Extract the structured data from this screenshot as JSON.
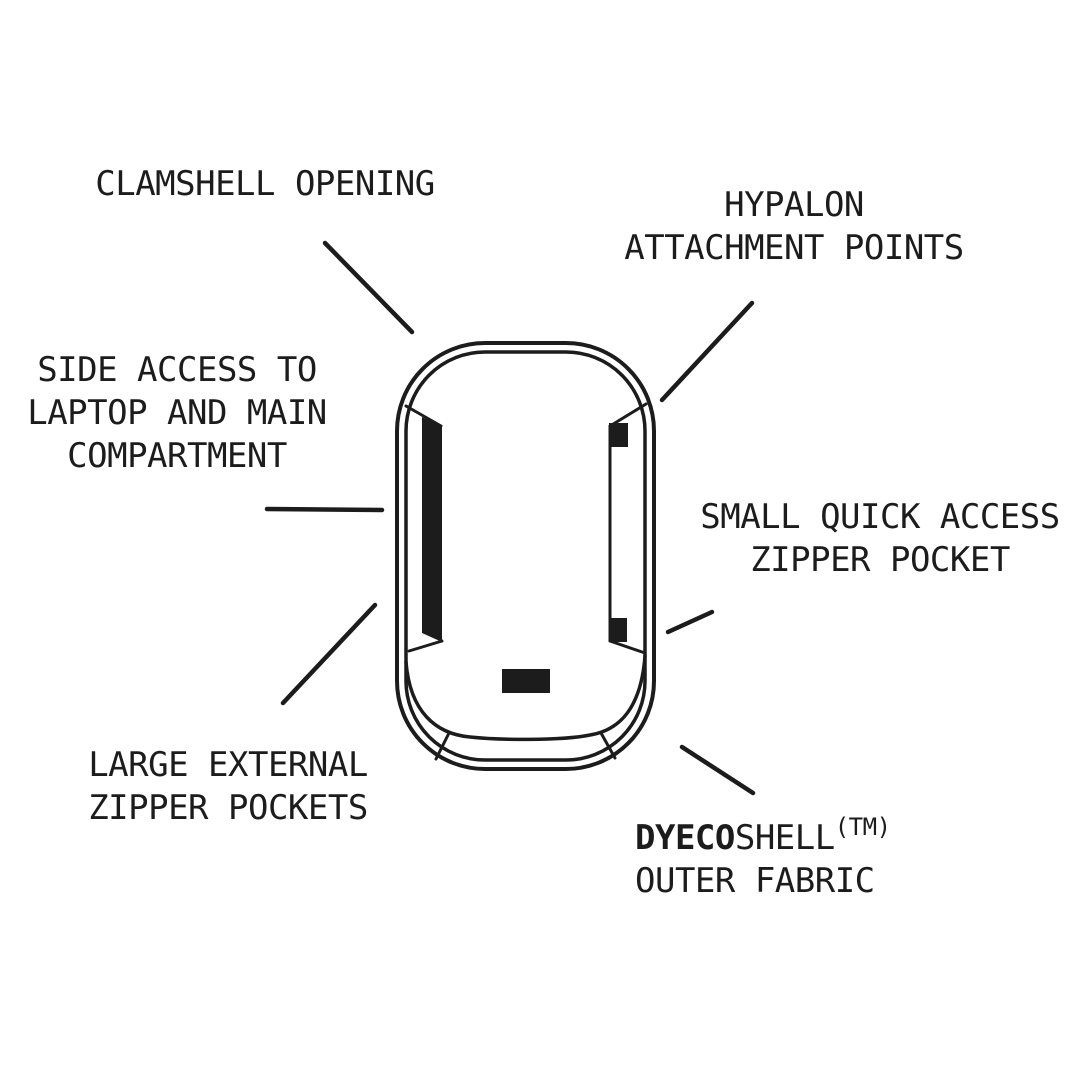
{
  "page": {
    "background_color": "#ffffff",
    "ink_color": "#1c1c1c",
    "subject": "Backpack top-view feature diagram"
  },
  "diagram": {
    "labels": [
      {
        "id": "clamshell-opening",
        "lines": [
          "CLAMSHELL OPENING"
        ]
      },
      {
        "id": "hypalon-attachment-points",
        "lines": [
          "HYPALON",
          "ATTACHMENT POINTS"
        ]
      },
      {
        "id": "side-access",
        "lines": [
          "SIDE ACCESS TO",
          "LAPTOP AND MAIN",
          "COMPARTMENT"
        ]
      },
      {
        "id": "small-quick-access",
        "lines": [
          "SMALL QUICK ACCESS",
          "ZIPPER POCKET"
        ]
      },
      {
        "id": "large-external-pockets",
        "lines": [
          "LARGE EXTERNAL",
          "ZIPPER POCKETS"
        ]
      },
      {
        "id": "dyecoshell-outer-fabric",
        "brand_bold": "DYECO",
        "brand_regular": "SHELL",
        "trademark": "(TM)",
        "line2": "OUTER FABRIC"
      }
    ],
    "parts": [
      "backpack-outer-shell",
      "clamshell-lid-seam",
      "side-access-zipper",
      "hypalon-attachment-point-top",
      "hypalon-attachment-point-bottom",
      "front-logo-patch",
      "base-panel-seam"
    ]
  }
}
